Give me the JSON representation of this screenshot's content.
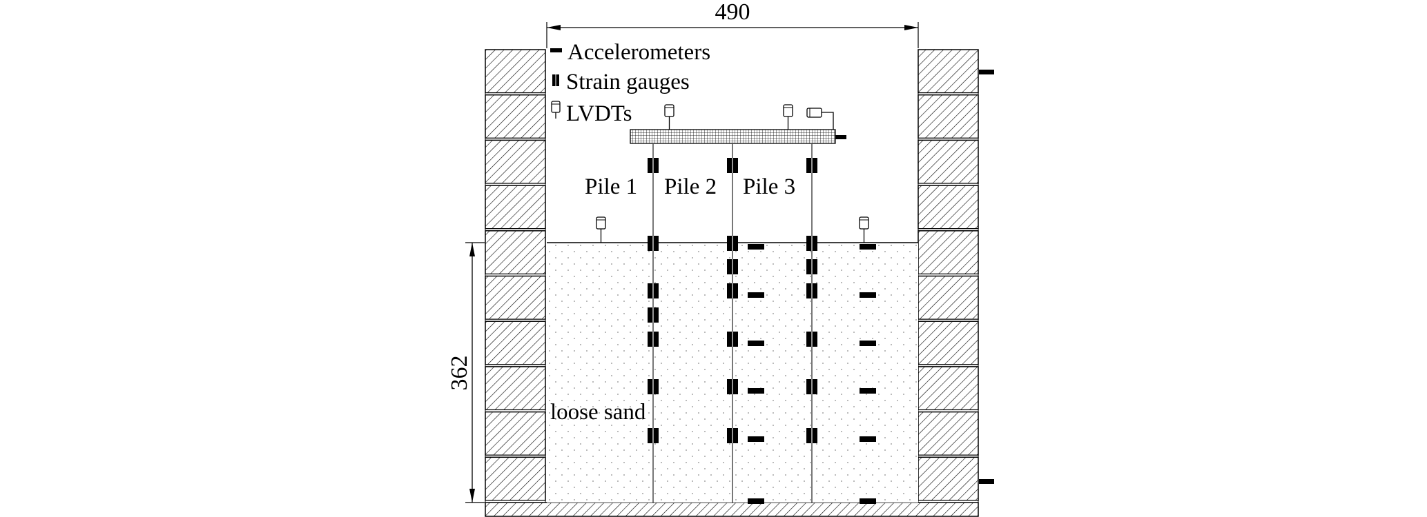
{
  "diagram": {
    "dimensions": {
      "width_label": "490",
      "height_label": "362"
    },
    "legend": {
      "accelerometers": "Accelerometers",
      "strain_gauges": "Strain gauges",
      "lvdts": "LVDTs"
    },
    "piles": [
      {
        "label": "Pile 1"
      },
      {
        "label": "Pile 2"
      },
      {
        "label": "Pile 3"
      }
    ],
    "soil": {
      "label": "loose sand"
    },
    "colors": {
      "line": "#000000",
      "fill": "#ffffff",
      "pile_line": "#555555"
    }
  }
}
